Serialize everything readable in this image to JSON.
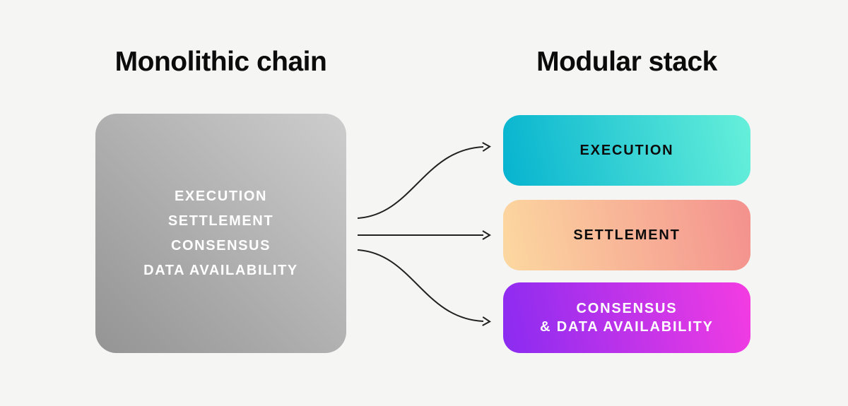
{
  "page": {
    "background": "#f5f5f4"
  },
  "monolithic": {
    "title": "Monolithic chain",
    "layers": [
      "EXECUTION",
      "SETTLEMENT",
      "CONSENSUS",
      "DATA AVAILABILITY"
    ],
    "box_gradient": "linear-gradient(225deg, #cdcdcd 0%, #949494 100%)",
    "text_color": "#ffffff"
  },
  "modular": {
    "title": "Modular stack",
    "modules": [
      {
        "lines": [
          "EXECUTION"
        ],
        "gradient": "linear-gradient(78deg, #06b3cf 0%, #66f0da 100%)",
        "text_color": "#0c0c0c"
      },
      {
        "lines": [
          "SETTLEMENT"
        ],
        "gradient": "linear-gradient(78deg, #fcd8a0 0%, #f4918e 100%)",
        "text_color": "#0c0c0c"
      },
      {
        "lines": [
          "CONSENSUS",
          "& DATA AVAILABILITY"
        ],
        "gradient": "linear-gradient(78deg, #8a2bf1 0%, #f43ce2 100%)",
        "text_color": "#ffffff"
      }
    ]
  },
  "arrows": {
    "stroke": "#212121"
  }
}
